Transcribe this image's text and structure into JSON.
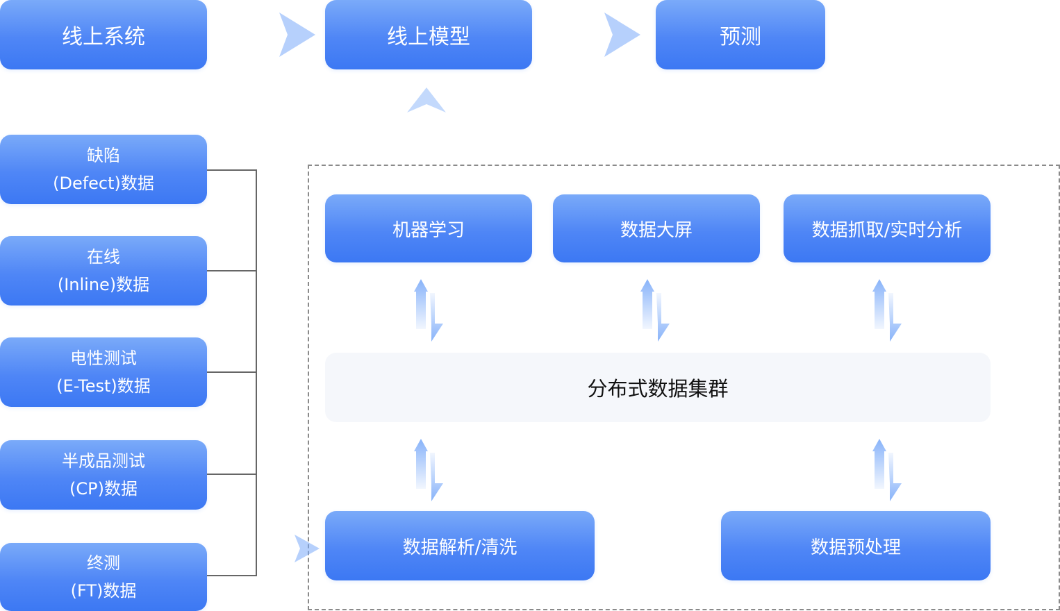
{
  "colors": {
    "box_top": "#7aaaf9",
    "box_bottom": "#3c78f3",
    "arrow": "#7aaaf9",
    "connector": "#666666",
    "dashed_border": "#8a8a8a",
    "cluster_bg": "#f5f7fb"
  },
  "top_flow": {
    "online_system": "线上系统",
    "online_model": "线上模型",
    "predict": "预测"
  },
  "sources": [
    {
      "line1": "缺陷",
      "line2": "(Defect)数据"
    },
    {
      "line1": "在线",
      "line2": "(Inline)数据"
    },
    {
      "line1": "电性测试",
      "line2": "(E-Test)数据"
    },
    {
      "line1": "半成品测试",
      "line2": "(CP)数据"
    },
    {
      "line1": "终测",
      "line2": "(FT)数据"
    }
  ],
  "platform": {
    "ml": "机器学习",
    "big_screen": "数据大屏",
    "grab_analysis": "数据抓取/实时分析",
    "cluster": "分布式数据集群",
    "parse_clean": "数据解析/清洗",
    "preprocess": "数据预处理"
  },
  "icons": [
    "arrow-right-icon",
    "arrow-up-icon",
    "bidirectional-arrow-icon"
  ]
}
